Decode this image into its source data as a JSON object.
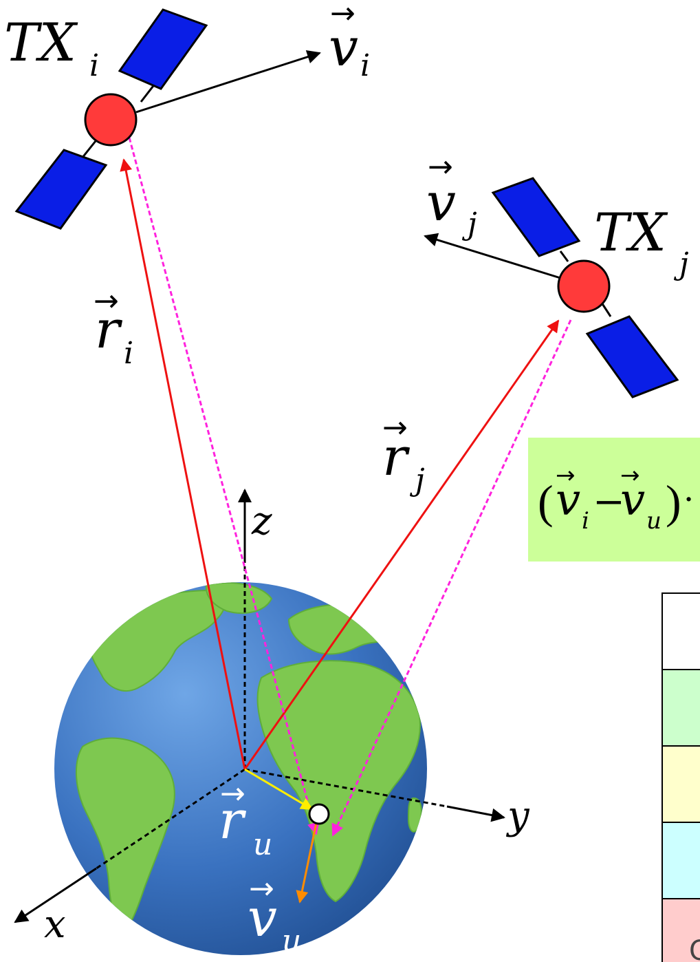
{
  "satellite_i": {
    "name": "TX",
    "subscript": "i",
    "velocity_symbol": "v",
    "velocity_subscript": "i"
  },
  "satellite_j": {
    "name": "TX",
    "subscript": "j",
    "velocity_symbol": "v",
    "velocity_subscript": "j"
  },
  "vectors": {
    "r_i": {
      "symbol": "r",
      "subscript": "i"
    },
    "r_j": {
      "symbol": "r",
      "subscript": "j"
    },
    "r_u": {
      "symbol": "r",
      "subscript": "u"
    },
    "v_u": {
      "symbol": "v",
      "subscript": "u"
    }
  },
  "axes": {
    "x": "x",
    "y": "y",
    "z": "z"
  },
  "formula": {
    "open_paren": "(",
    "v1": "v",
    "v1_sub": "i",
    "minus": "−",
    "v2": "v",
    "v2_sub": "u",
    "close_paren": ")",
    "dot": "·"
  },
  "colors": {
    "satellite_body": "#ff3a3a",
    "solar_panel": "#0a1ee6",
    "position_vector": "#ee1111",
    "signal_path": "#ff22dd",
    "user_position": "#ffee00",
    "user_velocity": "#ff8c00",
    "formula_box": "#ccff99",
    "ocean": "#3a72c0",
    "land": "#7ec850"
  },
  "legend_rows": [
    {
      "fill": "#ffffff"
    },
    {
      "fill": "#ccffcc"
    },
    {
      "fill": "#ffffcc"
    },
    {
      "fill": "#ccffff"
    },
    {
      "fill": "#ffcccc",
      "text": "C"
    }
  ]
}
